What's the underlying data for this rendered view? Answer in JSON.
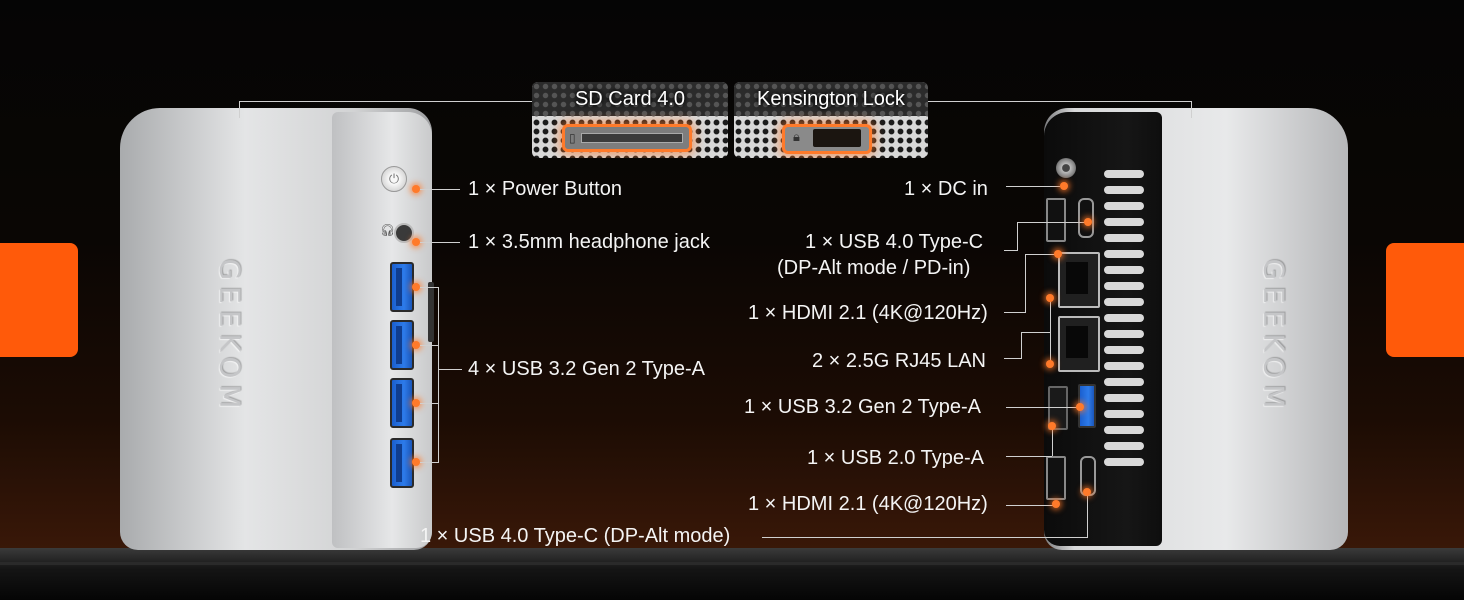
{
  "callouts": {
    "sd_card": "SD Card 4.0",
    "kensington": "Kensington Lock"
  },
  "front_labels": {
    "power": "1 × Power Button",
    "headphone": "1 × 3.5mm headphone jack",
    "usb_front": "4 × USB 3.2 Gen 2 Type-A",
    "usb4_bottom": "1 × USB 4.0 Type-C (DP-Alt mode)"
  },
  "rear_labels": {
    "dc": "1 × DC in",
    "usb4_line1": "1 × USB 4.0 Type-C",
    "usb4_line2": "(DP-Alt mode / PD-in)",
    "hdmi_top": "1 × HDMI 2.1 (4K@120Hz)",
    "lan": "2 × 2.5G RJ45 LAN",
    "usb32": "1 × USB 3.2 Gen 2 Type-A",
    "usb20": "1 × USB 2.0 Type-A",
    "hdmi_bottom": "1 × HDMI 2.1 (4K@120Hz)"
  },
  "brand": "GEEKOM",
  "icons": {
    "power": "power-icon",
    "headphone": "headphone-icon",
    "sd": "sd-card-icon",
    "lock": "lock-icon"
  },
  "colors": {
    "accent": "#ff5a0a",
    "glow": "#ff7a2a"
  }
}
